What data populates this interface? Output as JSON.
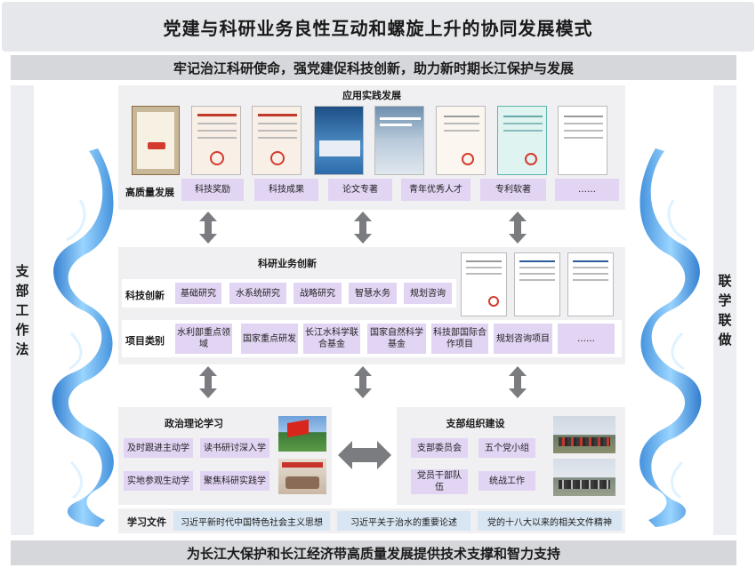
{
  "title": "党建与科研业务良性互动和螺旋上升的协同发展模式",
  "mission": "牢记治江科研使命，强党建促科技创新，助力新时期长江保护与发展",
  "goal": "为长江大保护和长江经济带高质量发展提供技术支撑和智力支持",
  "left_label": [
    "支",
    "部",
    "工",
    "作",
    "法"
  ],
  "right_label": [
    "联",
    "学",
    "联",
    "做"
  ],
  "application": {
    "title": "应用实践发展",
    "row_label": "高质量发展",
    "tags": [
      "科技奖励",
      "科技成果",
      "论文专著",
      "青年优秀人才",
      "专利软著",
      "……"
    ]
  },
  "research": {
    "title": "科研业务创新",
    "innovation_label": "科技创新",
    "innovation_tags": [
      "基础研究",
      "水系统研究",
      "战略研究",
      "智慧水务",
      "规划咨询"
    ],
    "project_label": "项目类别",
    "project_tags": [
      "水利部重点领域",
      "国家重点研发",
      "长江水科学联合基金",
      "国家自然科学基金",
      "科技部国际合作项目",
      "规划咨询项目",
      "……"
    ]
  },
  "politics": {
    "title": "政治理论学习",
    "tags": [
      "及时跟进主动学",
      "读书研讨深入学",
      "实地参观生动学",
      "聚焦科研实践学"
    ]
  },
  "organization": {
    "title": "支部组织建设",
    "tags": [
      "支部委员会",
      "五个党小组",
      "党员干部队伍",
      "统战工作"
    ]
  },
  "study_docs": {
    "label": "学习文件",
    "items": [
      "习近平新时代中国特色社会主义思想",
      "习近平关于治水的重要论述",
      "党的十八大以来的相关文件精神"
    ]
  },
  "colors": {
    "tag_purple": "#e2d4f3",
    "tag_blue": "#d8e6f3",
    "panel_gray": "#f0f0f2",
    "arrow_gray": "#7a7c80",
    "spiral_blue": "#3b9be0"
  }
}
